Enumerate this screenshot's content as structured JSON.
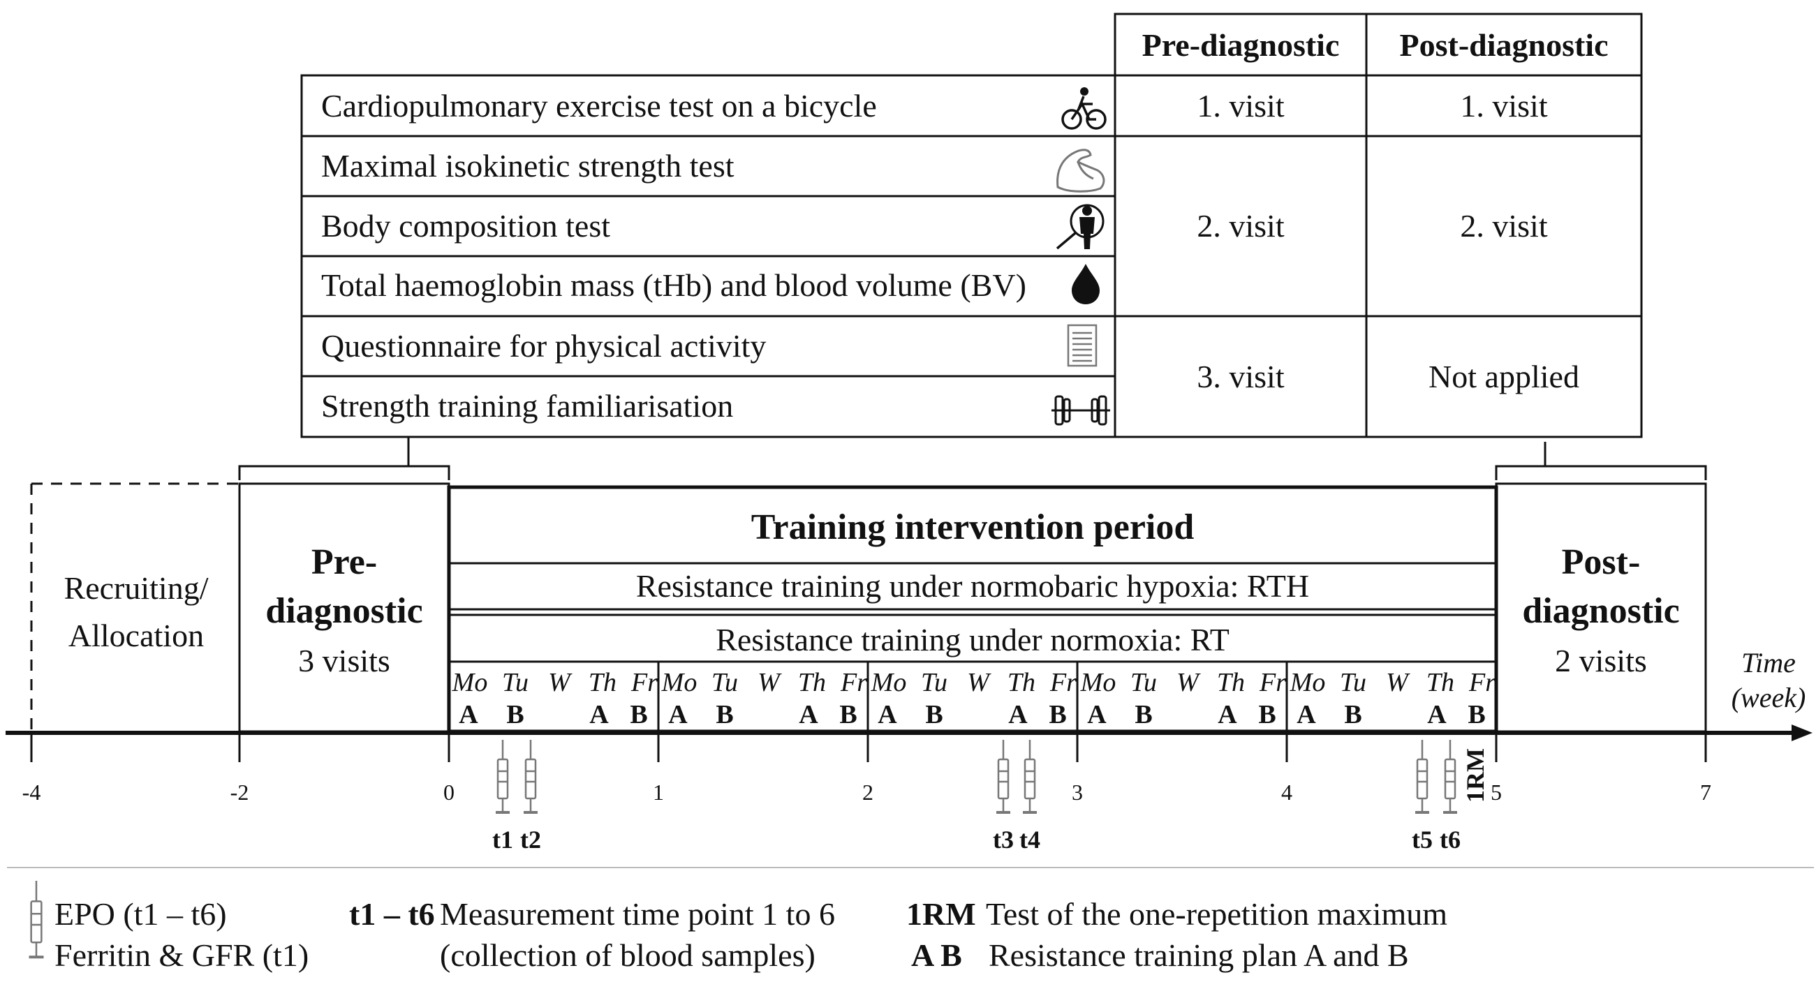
{
  "table": {
    "headers": [
      "Pre-diagnostic",
      "Post-diagnostic"
    ],
    "rows": [
      {
        "label": "Cardiopulmonary exercise test on a bicycle",
        "icon": "bicycle-icon"
      },
      {
        "label": "Maximal isokinetic strength test",
        "icon": "muscle-arm-icon"
      },
      {
        "label": "Body composition test",
        "icon": "body-scan-icon"
      },
      {
        "label": "Total haemoglobin mass (tHb) and blood volume (BV)",
        "icon": "blood-drop-icon"
      },
      {
        "label": "Questionnaire for physical activity",
        "icon": "document-icon"
      },
      {
        "label": "Strength training familiarisation",
        "icon": "dumbbell-icon"
      }
    ],
    "pre_visits": [
      "1. visit",
      "2. visit",
      "3. visit"
    ],
    "post_visits": [
      "1. visit",
      "2. visit",
      "Not applied"
    ]
  },
  "timeline": {
    "recruiting": [
      "Recruiting/",
      "Allocation"
    ],
    "pre": {
      "title": [
        "Pre-",
        "diagnostic"
      ],
      "visits": "3 visits"
    },
    "post": {
      "title": [
        "Post-",
        "diagnostic"
      ],
      "visits": "2 visits"
    },
    "training_title": "Training intervention period",
    "rth": "Resistance training under normobaric hypoxia: RTH",
    "rt": "Resistance training under normoxia: RT",
    "days": [
      "Mo",
      "Tu",
      "W",
      "Th",
      "Fr"
    ],
    "plan": [
      "A",
      "B",
      "A",
      "B"
    ],
    "axis_label": [
      "Time",
      "(week)"
    ],
    "ticks": [
      "-4",
      "-2",
      "0",
      "1",
      "2",
      "3",
      "4",
      "5",
      "7"
    ],
    "timepoints": [
      "t1",
      "t2",
      "t3",
      "t4",
      "t5",
      "t6"
    ],
    "one_rm": "1RM"
  },
  "legend": {
    "epo": "EPO (t1 – t6)",
    "ferritin": "Ferritin & GFR (t1)",
    "tp_key": "t1 – t6",
    "tp_desc": [
      "Measurement time point 1 to 6",
      "(collection of blood samples)"
    ],
    "rm_key": "1RM",
    "rm_desc": "Test of the one-repetition maximum",
    "ab_key": "A B",
    "ab_desc": "Resistance training plan A and B"
  }
}
